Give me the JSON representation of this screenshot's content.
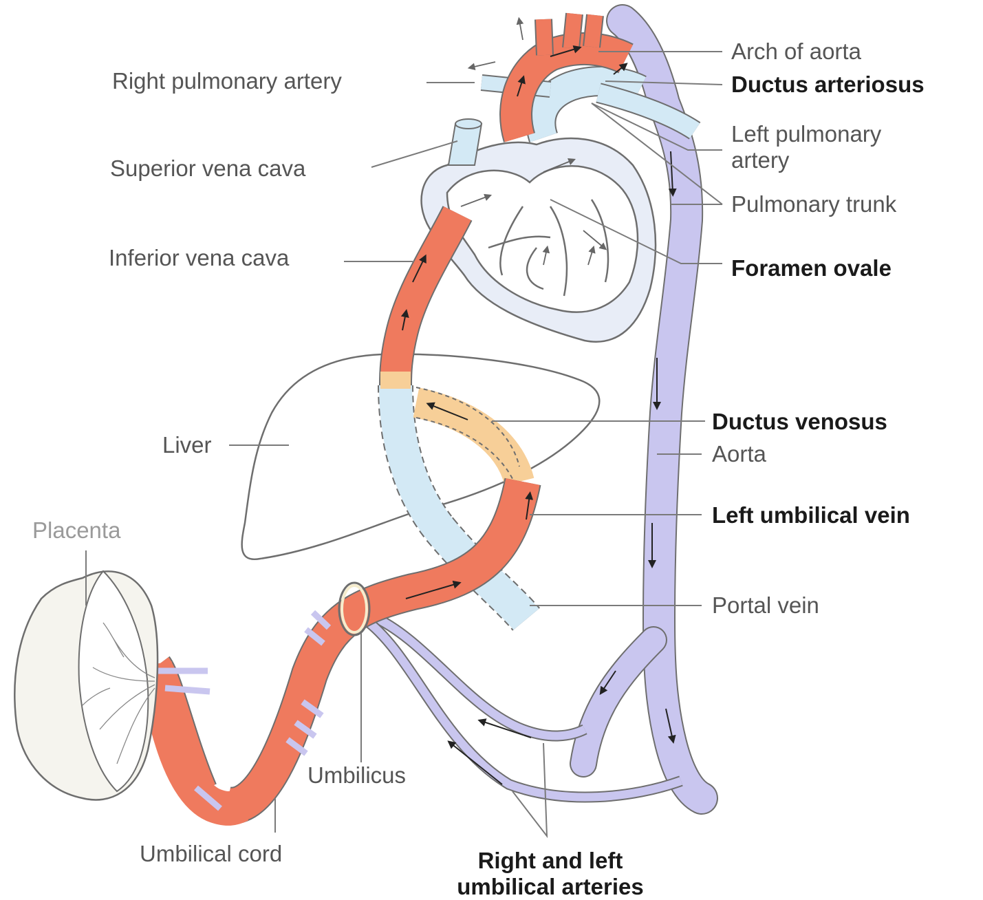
{
  "labels": {
    "right_pulmonary_artery_a": "Right",
    "right_pulmonary_artery_b": "pulmonary artery",
    "superior_vena_cava": "Superior vena cava",
    "inferior_vena_cava_a": "Inferior vena",
    "inferior_vena_cava_b": "cava",
    "liver": "Liver",
    "placenta": "Placenta",
    "umbilicus": "Umbilicus",
    "umbilical_cord": "Umbilical cord",
    "umbilical_arteries_line1": "Right and left",
    "umbilical_arteries_line2": "umbilical arteries",
    "arch_of_aorta": "Arch of aorta",
    "ductus_arteriosus": "Ductus arteriosus",
    "left_pulmonary_artery_line1": "Left pulmonary",
    "left_pulmonary_artery_line2": "artery",
    "pulmonary_trunk": "Pulmonary trunk",
    "foramen_ovale": "Foramen ovale",
    "ductus_venosus": "Ductus venosus",
    "aorta": "Aorta",
    "left_umbilical_vein": "Left umbilical vein",
    "portal_vein": "Portal vein"
  },
  "colors": {
    "oxygenated": "#ef7a5e",
    "deoxygenated": "#c9c6ef",
    "pulmonary": "#d3e9f5",
    "ductus_venosus": "#f7cf98",
    "placenta": "#f5f4ee",
    "outline": "#6e6e6e"
  }
}
